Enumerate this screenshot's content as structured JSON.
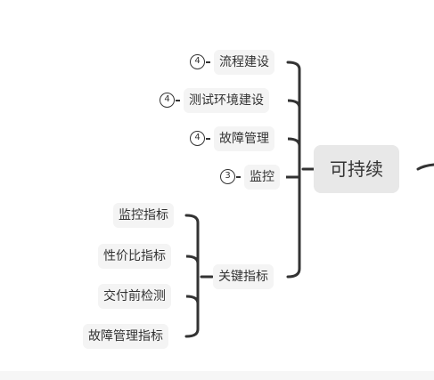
{
  "mindmap": {
    "central_topic": "可持续",
    "branches": [
      {
        "label": "流程建设",
        "count": "4"
      },
      {
        "label": "测试环境建设",
        "count": "4"
      },
      {
        "label": "故障管理",
        "count": "4"
      },
      {
        "label": "监控",
        "count": "3"
      },
      {
        "label": "关键指标",
        "children": [
          {
            "label": "监控指标"
          },
          {
            "label": "性价比指标"
          },
          {
            "label": "交付前检测"
          },
          {
            "label": "故障管理指标"
          }
        ]
      }
    ]
  },
  "colors": {
    "connector": "#333333",
    "node_fill": "#f4f4f4",
    "central_fill": "#e8e8e8",
    "background": "#ffffff"
  }
}
